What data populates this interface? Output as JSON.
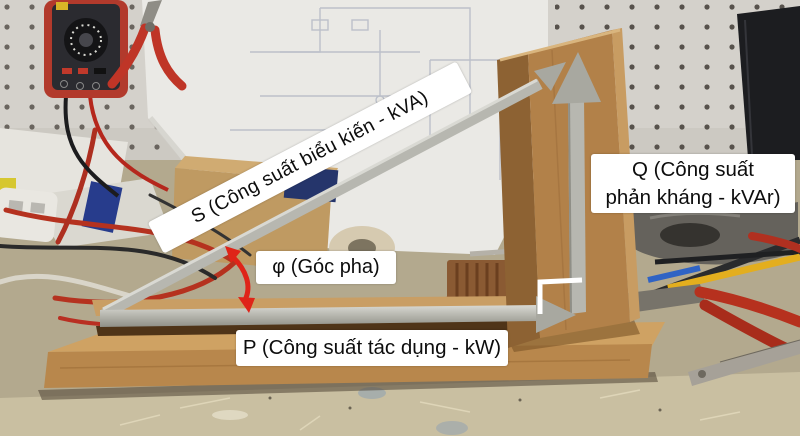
{
  "labels": {
    "s": "S (Công suất biểu kiến - kVA)",
    "q_line1": "Q (Công suất",
    "q_line2": "phản kháng - kVAr)",
    "phi": "φ (Góc pha)",
    "p": "P (Công suất tác dụng - kW)"
  },
  "colors": {
    "label_background": "#ffffff",
    "label_text": "#0d0d0d",
    "angle_arrow_red": "#df2418",
    "metal_bar": "#b7b7b0",
    "metal_arrowhead": "#a8a8a0",
    "wood_board_front": "#b28149",
    "wood_board_side": "#8d6233",
    "wood_base_front": "#b8874c",
    "wood_base_top": "#cfa263",
    "bench_far": "#b3a98e",
    "bench_near": "#c9bfa1",
    "pegboard_wall": "#d4d1cb",
    "right_angle_mark": "#ffffff"
  }
}
